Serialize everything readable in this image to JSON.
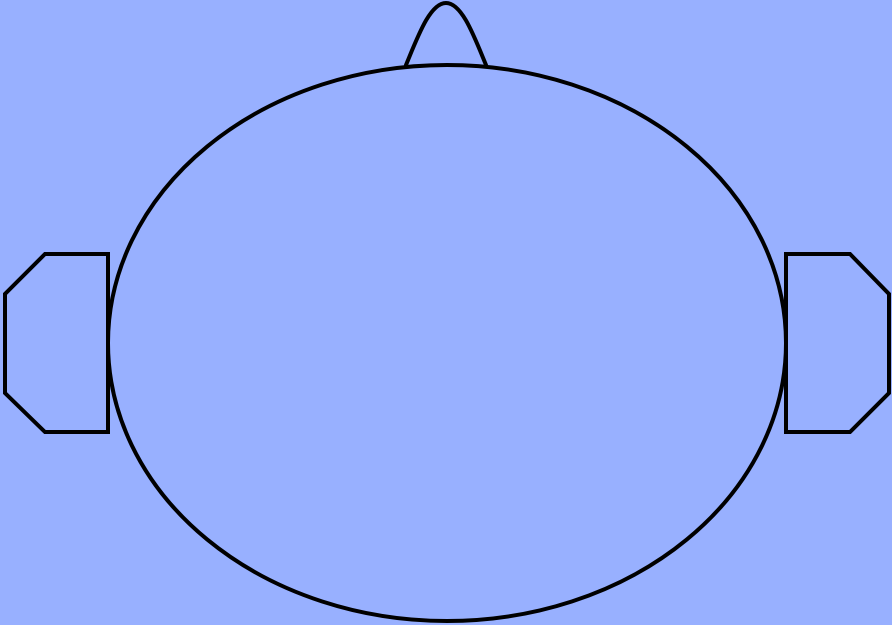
{
  "diagram": {
    "background_color": "#98b0ff",
    "stroke_color": "#000000",
    "parts": [
      {
        "name": "head-outline",
        "shape": "ellipse"
      },
      {
        "name": "nose-marker",
        "shape": "peak"
      },
      {
        "name": "left-ear",
        "shape": "chamfered-block"
      },
      {
        "name": "right-ear",
        "shape": "chamfered-block"
      }
    ]
  }
}
